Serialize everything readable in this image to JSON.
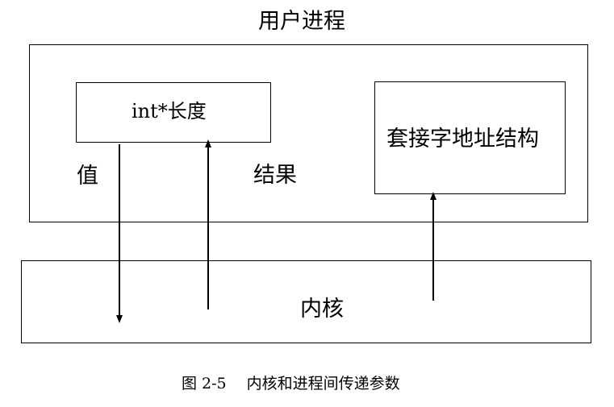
{
  "diagram": {
    "title": "用户进程",
    "kernel_label": "内核",
    "user_box_label": "int*长度",
    "sockaddr_box_label": "套接字地址结构",
    "value_label": "值",
    "result_label": "结果",
    "caption": "图 2-5　 内核和进程间传递参数",
    "stroke_color": "#000000"
  }
}
